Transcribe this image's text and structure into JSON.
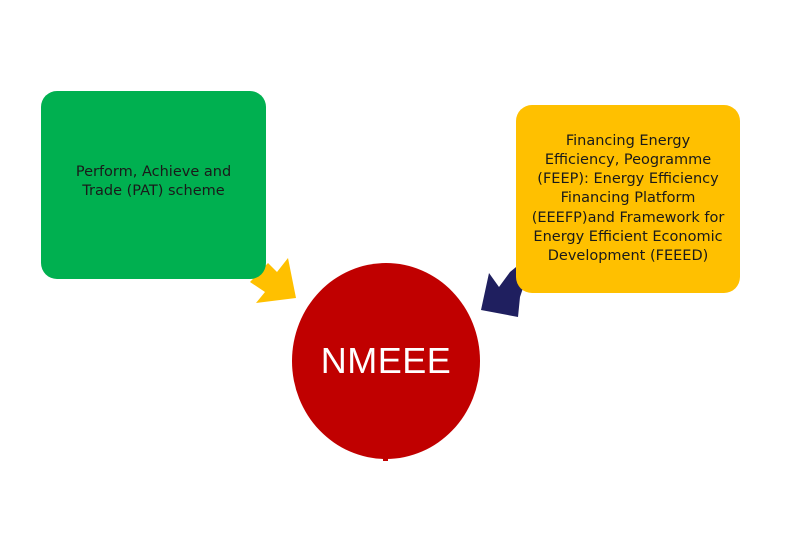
{
  "diagram": {
    "center": {
      "label": "NMEEE",
      "color": "#c00000"
    },
    "left_box": {
      "label": "Perform, Achieve and Trade (PAT) scheme",
      "color": "#00b050"
    },
    "right_box": {
      "label": "Financing Energy Efficiency, Peogramme (FEEP): Energy Efficiency Financing Platform (EEEFP)and Framework for Energy Efficient Economic Development (FEEED)",
      "color": "#ffc000"
    },
    "arrows": {
      "left_color": "#ffc000",
      "right_color": "#1f1f5f"
    }
  }
}
